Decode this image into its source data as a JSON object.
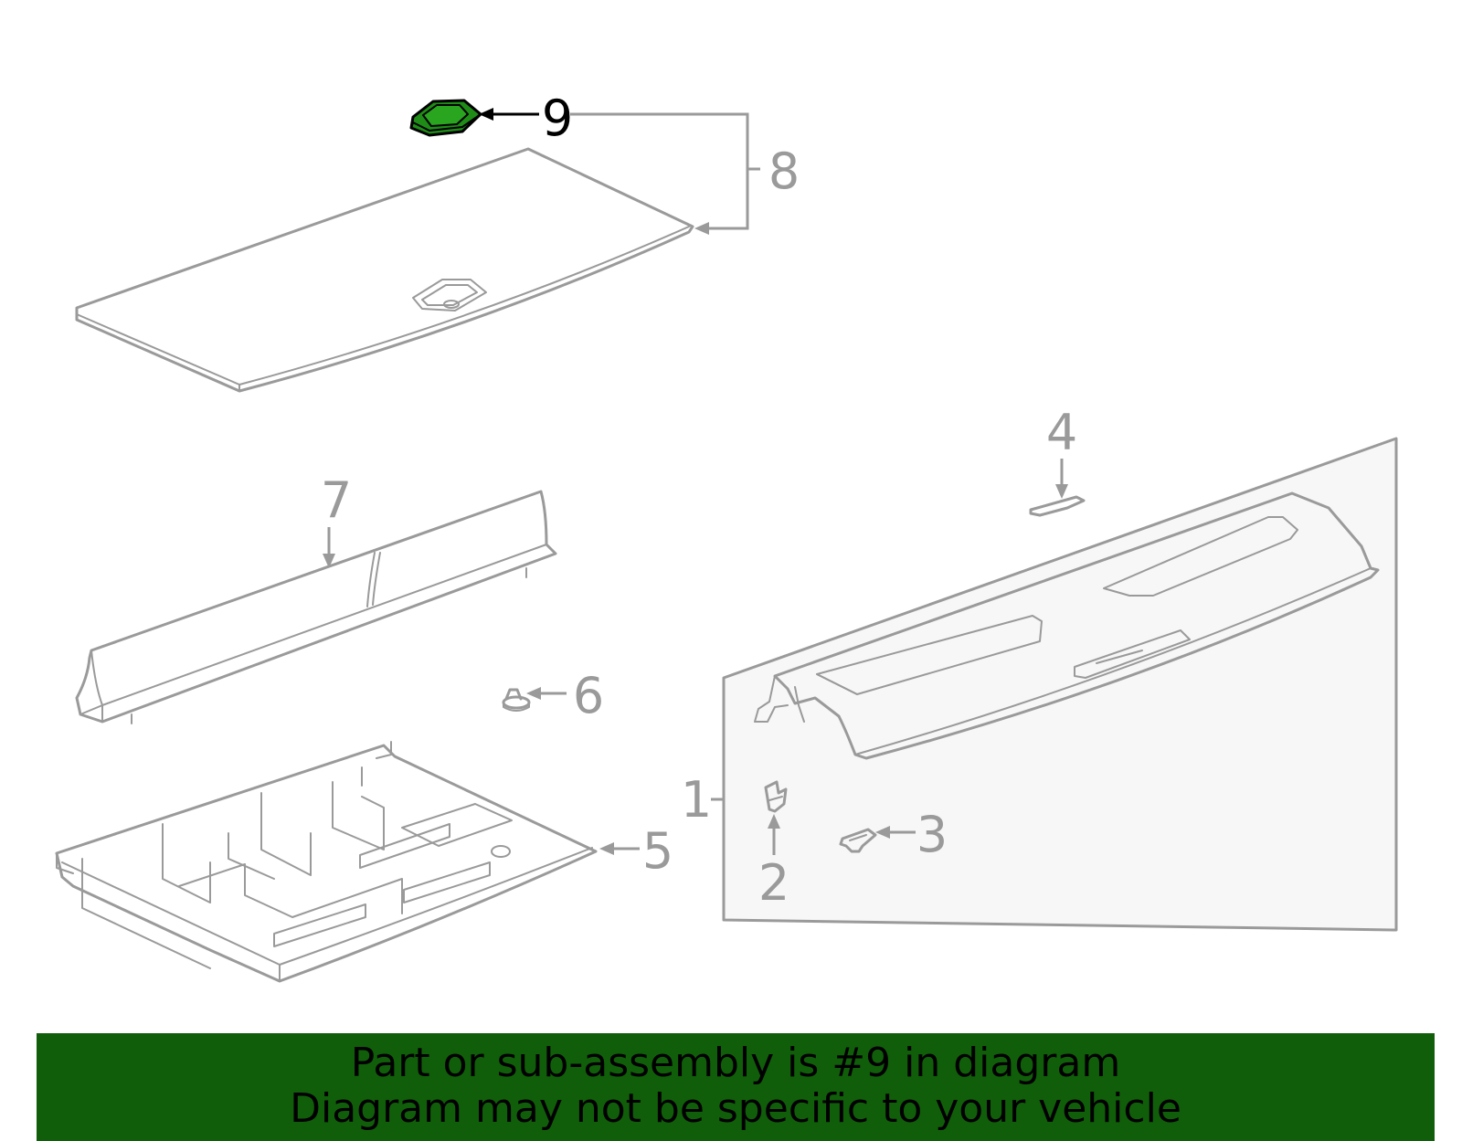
{
  "callouts": {
    "c1": "1",
    "c2": "2",
    "c3": "3",
    "c4": "4",
    "c5": "5",
    "c6": "6",
    "c7": "7",
    "c8": "8",
    "c9": "9"
  },
  "highlighted_part": "9",
  "banner": {
    "line1": "Part or sub-assembly is #9 in diagram",
    "line2": "Diagram may not be specific to your vehicle"
  },
  "colors": {
    "banner_bg": "#115e0a",
    "part_stroke": "#9a9a9a",
    "highlight_fill": "#1e8a16",
    "highlight_stroke": "#000000"
  }
}
